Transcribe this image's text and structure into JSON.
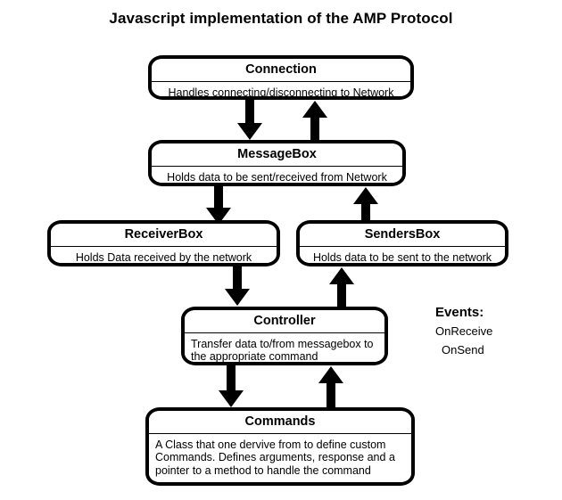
{
  "title": "Javascript implementation of the AMP Protocol",
  "nodes": {
    "connection": {
      "title": "Connection",
      "body": "Handles connecting/disconnecting to Network"
    },
    "messagebox": {
      "title": "MessageBox",
      "body": "Holds data to be sent/received from Network"
    },
    "receiverbox": {
      "title": "ReceiverBox",
      "body": "Holds Data received by the network"
    },
    "sendersbox": {
      "title": "SendersBox",
      "body": "Holds data to be sent to the network"
    },
    "controller": {
      "title": "Controller",
      "body": "Transfer data to/from messagebox to the appropriate command"
    },
    "commands": {
      "title": "Commands",
      "body": "A Class that one dervive from to define custom Commands.  Defines arguments, response and a pointer to a method to handle the command"
    }
  },
  "events": {
    "heading": "Events:",
    "items": [
      {
        "label": "OnReceive"
      },
      {
        "label": "OnSend"
      }
    ]
  },
  "connections": [
    {
      "from": "Connection",
      "to": "MessageBox",
      "direction": "down"
    },
    {
      "from": "MessageBox",
      "to": "Connection",
      "direction": "up"
    },
    {
      "from": "MessageBox",
      "to": "ReceiverBox",
      "direction": "down"
    },
    {
      "from": "SendersBox",
      "to": "MessageBox",
      "direction": "up"
    },
    {
      "from": "ReceiverBox",
      "to": "Controller",
      "direction": "down"
    },
    {
      "from": "Controller",
      "to": "SendersBox",
      "direction": "up"
    },
    {
      "from": "Controller",
      "to": "Commands",
      "direction": "down"
    },
    {
      "from": "Commands",
      "to": "Controller",
      "direction": "up"
    }
  ],
  "colors": {
    "stroke": "#000000",
    "fill": "#ffffff",
    "text": "#000000"
  }
}
